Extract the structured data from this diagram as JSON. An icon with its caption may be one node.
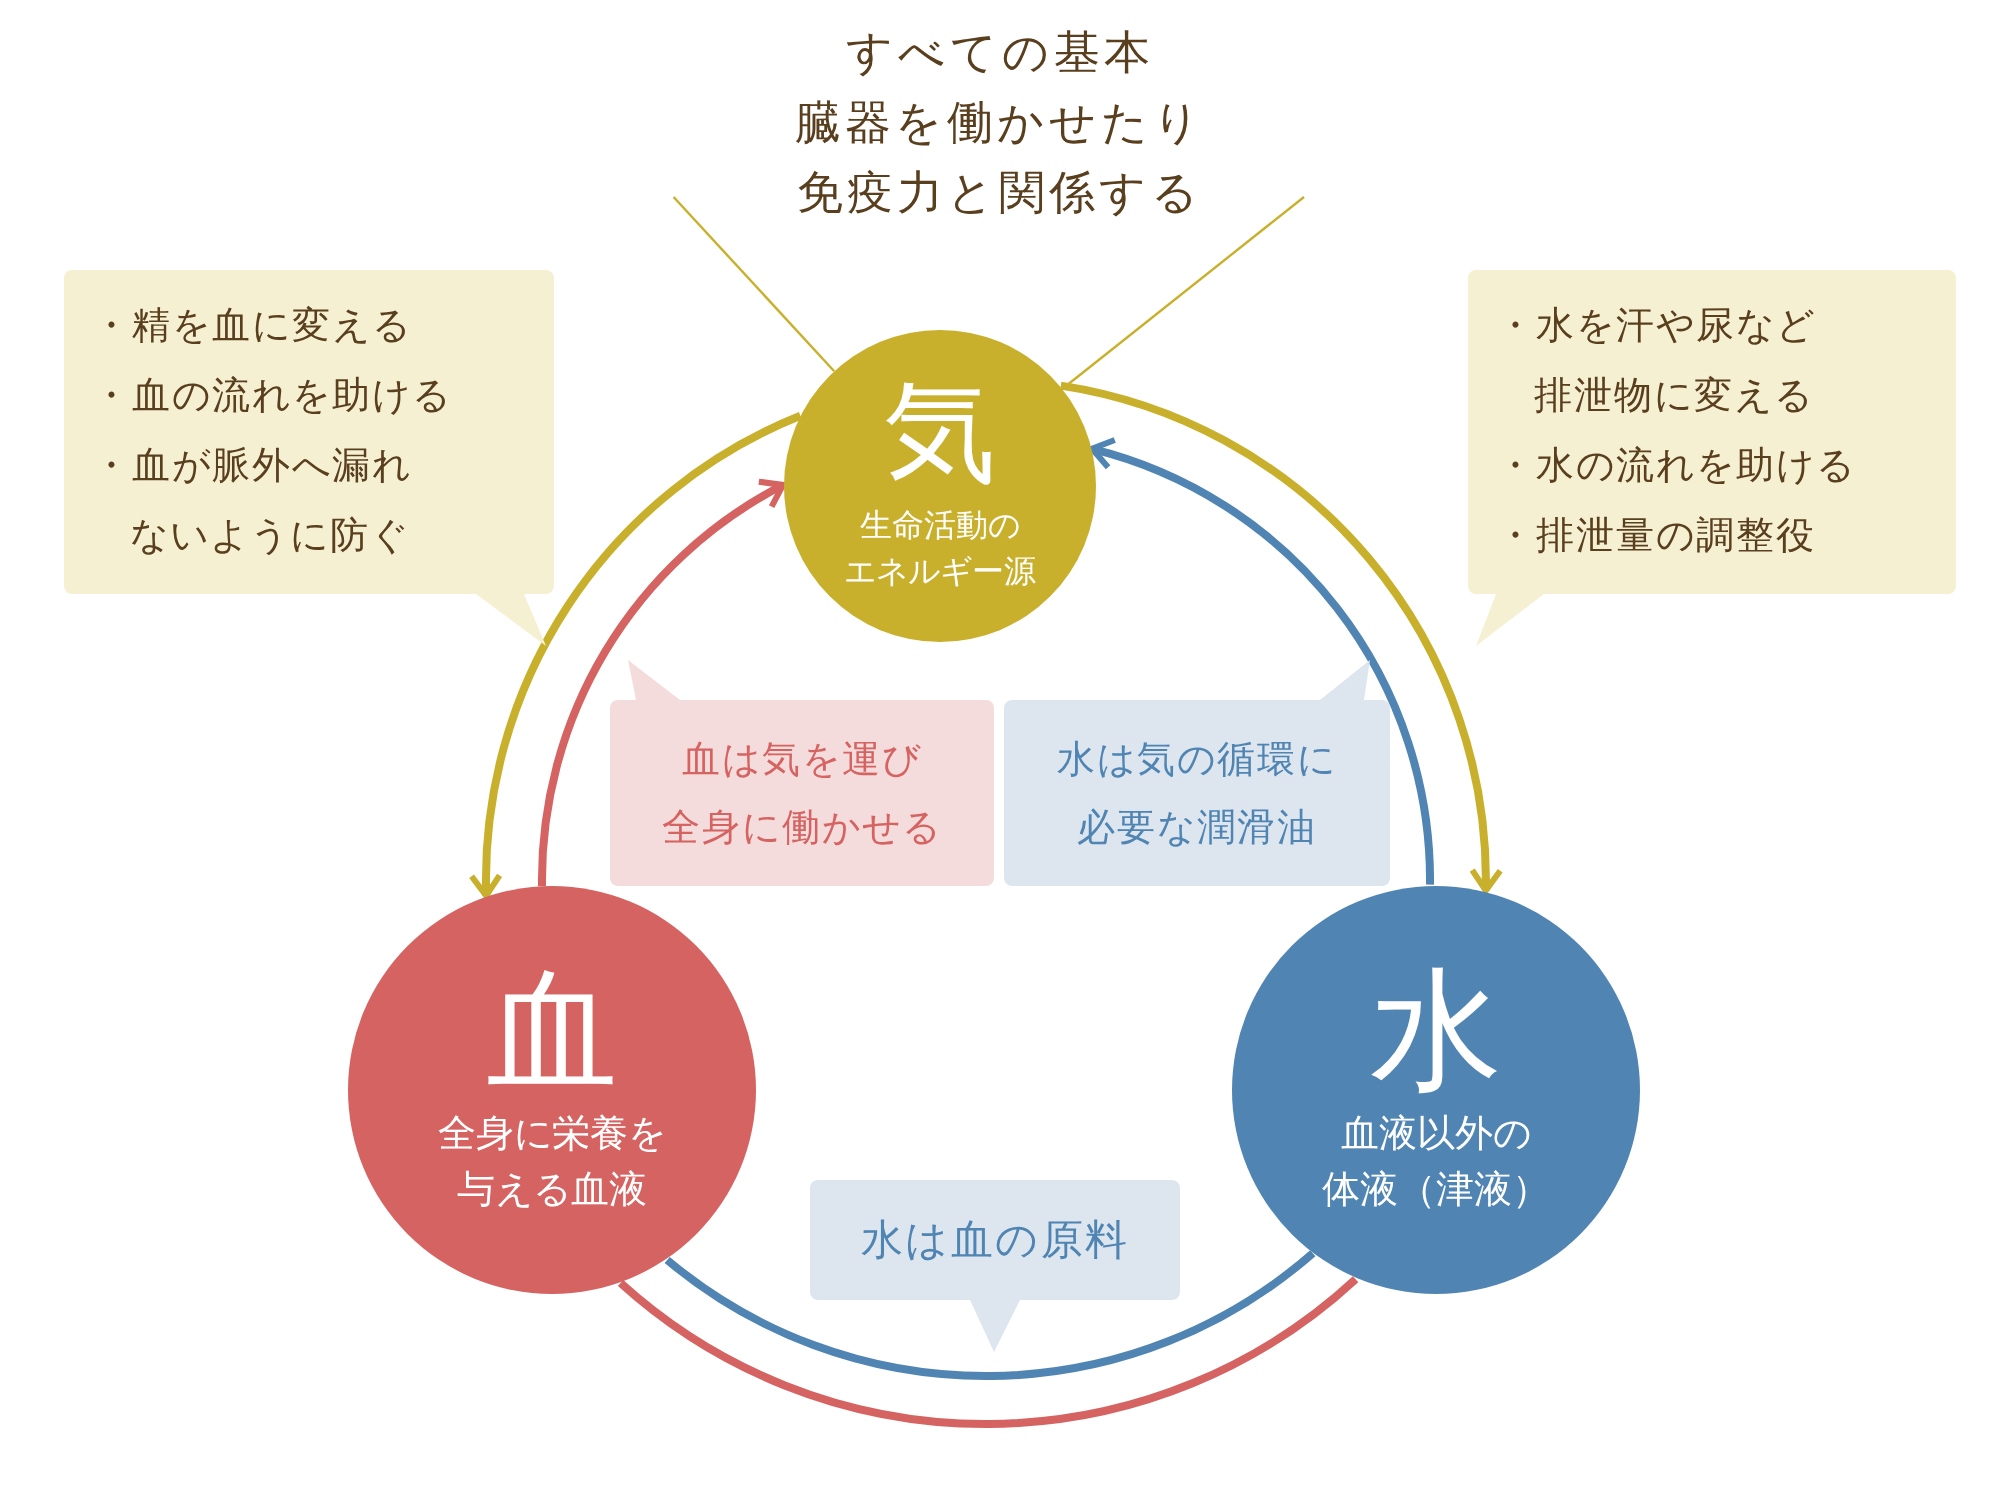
{
  "diagram": {
    "nodes": [
      {
        "text": [
          "気",
          "生命活動のエネルギー源"
        ]
      },
      {
        "text": [
          "血",
          "全身に栄養を与える血液"
        ]
      },
      {
        "text": [
          "水",
          "血液以外の体液（津液）"
        ]
      },
      {
        "text": [
          "すべての基本臓器を働かせたり免疫力と関係する"
        ]
      },
      {
        "text": [
          "・精を血に変える",
          "・血の流れを助ける",
          "・血が脈外へ漏れないように防ぐ"
        ]
      },
      {
        "text": [
          "・水を汗や尿など排泄物に変える",
          "・水の流れを助ける",
          "・排泄量の調整役"
        ]
      },
      {
        "text": [
          "血は気を運び全身に働かせる"
        ]
      },
      {
        "text": [
          "水は気の循環に必要な潤滑油"
        ]
      },
      {
        "text": [
          "水は血の原料"
        ]
      }
    ],
    "edges": [
      {
        "from": 0,
        "to": 1,
        "arrow": "to",
        "color": "#c9b02c"
      },
      {
        "from": 1,
        "to": 0,
        "arrow": "to",
        "color": "#d56361"
      },
      {
        "from": 0,
        "to": 2,
        "arrow": "to",
        "color": "#c9b02c"
      },
      {
        "from": 2,
        "to": 0,
        "arrow": "to",
        "color": "#5085b3"
      },
      {
        "from": 2,
        "to": 1,
        "arrow": "none",
        "color": "#5085b3"
      },
      {
        "from": 1,
        "to": 2,
        "arrow": "none",
        "color": "#d56361"
      },
      {
        "from": 3,
        "to": 0,
        "arrow": "none",
        "color": "#c9b02c"
      },
      {
        "from": 3,
        "to": 0,
        "arrow": "none",
        "color": "#c9b02c"
      }
    ]
  }
}
